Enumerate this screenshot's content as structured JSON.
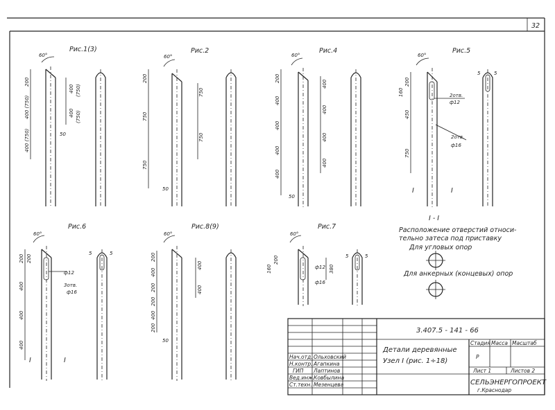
{
  "sheet": {
    "page_number": "32",
    "doc_code": "3.407.5 - 141 - 66",
    "title_line1": "Детали деревянные",
    "title_line2": "Узел I  (рис. 1÷18)",
    "company": "СЕЛЬЭНЕРГОПРОЕКТ",
    "city": "г.Краснодар",
    "stage_header": "Стадия",
    "mass_header": "Масса",
    "scale_header": "Масштаб",
    "stage_value": "Р",
    "sheet_label": "Лист 1",
    "sheets_label": "Листов 2",
    "roles": [
      "Нач.отд.",
      "Н.контр.",
      "ГИП",
      "Вед.инж.",
      "Ст.техн."
    ],
    "names": [
      "Ольховский",
      "Агапкина",
      "Лаптинов",
      "Ковбылина",
      "Мезенцева"
    ]
  },
  "figures": {
    "fig1": "Рис.1(3)",
    "fig2": "Рис.2",
    "fig4": "Рис.4",
    "fig5": "Рис.5",
    "fig6": "Рис.6",
    "fig8": "Рис.8(9)",
    "fig7": "Рис.7"
  },
  "dims": {
    "a60": "60°",
    "d200": "200",
    "d400": "400",
    "d400p": "400 (750)",
    "d750": "750",
    "d750p": "(750)",
    "d50": "50",
    "d160": "160",
    "d380": "380",
    "d450": "450",
    "d5": "5",
    "holes2_12": "2отв.",
    "dia12": "ф12",
    "holes2_16": "2отв.",
    "dia16": "ф16",
    "holes3_16": "3отв.",
    "dia16b": "ф16",
    "sec_mark": "I"
  },
  "notes": {
    "section_title": "I - I",
    "section_desc1": "Расположение отверстий относи-",
    "section_desc2": "тельно затеса под приставку",
    "corner_supports": "Для угловых опор",
    "anchor_supports": "Для анкерных (концевых) опор"
  }
}
